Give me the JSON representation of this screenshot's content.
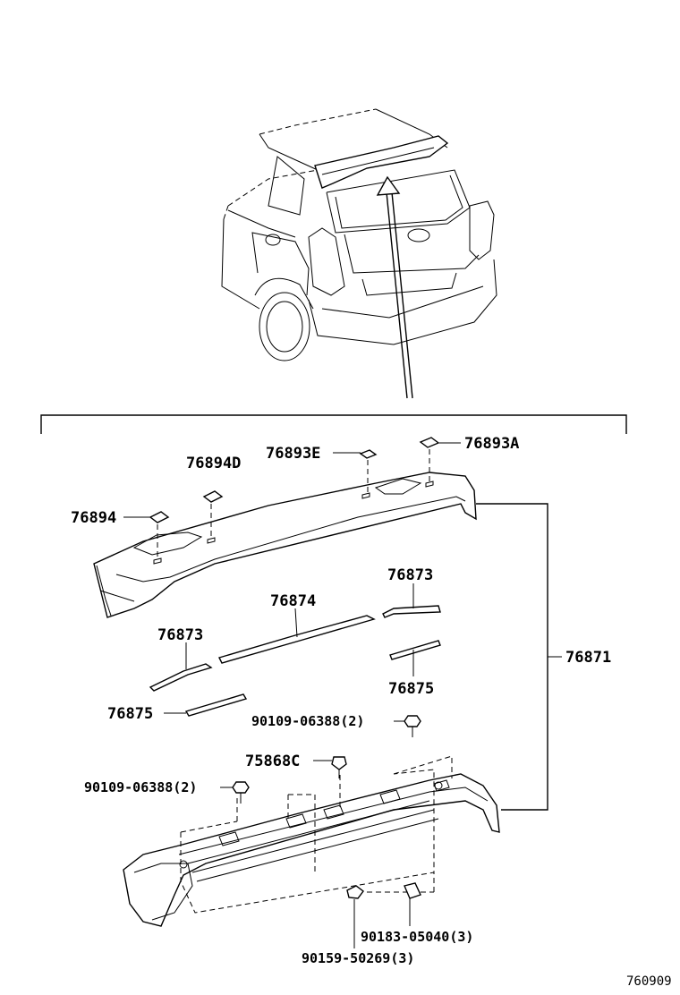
{
  "labels": {
    "p76894D": "76894D",
    "p76893E": "76893E",
    "p76893A": "76893A",
    "p76894": "76894",
    "p76873_right": "76873",
    "p76874": "76874",
    "p76873_left": "76873",
    "p76871": "76871",
    "p76875_right": "76875",
    "p76875_left": "76875",
    "p90109_top": "90109-06388(2)",
    "p75868C": "75868C",
    "p90109_left": "90109-06388(2)",
    "p90183": "90183-05040(3)",
    "p90159": "90159-50269(3)"
  },
  "figure_ref": "760909"
}
